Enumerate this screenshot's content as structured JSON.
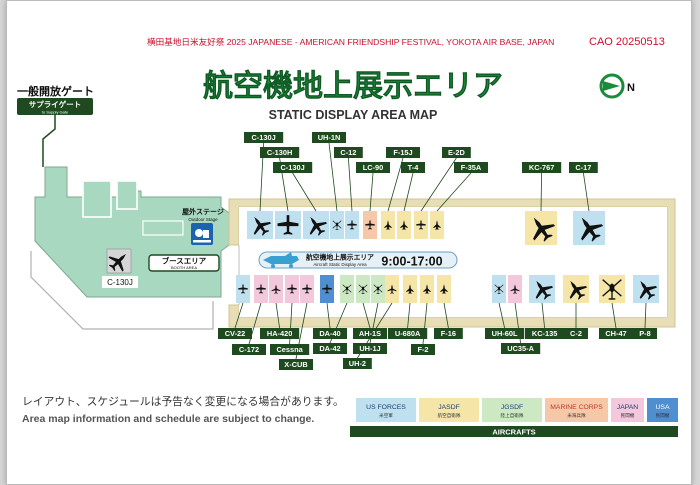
{
  "header": {
    "festival": "横田基地日米友好祭 2025 JAPANESE - AMERICAN FRIENDSHIP FESTIVAL, YOKOTA AIR BASE, JAPAN",
    "code": "CAO 20250513",
    "title_jp": "航空機地上展示エリア",
    "title_en": "STATIC DISPLAY AREA MAP",
    "compass": "N"
  },
  "gate": {
    "jp": "一般開放ゲート",
    "supply_jp": "サプライゲート",
    "supply_en": "to Supply Gate"
  },
  "places": {
    "outdoor_stage_jp": "屋外ステージ",
    "outdoor_stage_en": "Outdoor Stage",
    "booth_jp": "ブースエリア",
    "booth_en": "BOOTH AREA",
    "booth_aircraft": "C-130J",
    "static_jp": "航空機地上展示エリア",
    "static_en": "Aircraft Static Display Area",
    "hours": "9:00-17:00"
  },
  "top_labels": [
    "C-130J",
    "C-130H",
    "C-130J",
    "UH-1N",
    "C-12",
    "LC-90",
    "F-15J",
    "T-4",
    "E-2D",
    "F-35A",
    "KC-767",
    "C-17"
  ],
  "bottom_labels": [
    "CV-22",
    "C-172",
    "HA-420",
    "Cessna",
    "X-CUB",
    "DA-40",
    "DA-42",
    "AH-1S",
    "UH-1J",
    "UH-2",
    "U-680A",
    "F-2",
    "F-16",
    "UH-60L",
    "UC35-A",
    "KC-135",
    "C-2",
    "CH-47",
    "P-8"
  ],
  "top_slots": [
    {
      "cat": "us",
      "size": "m",
      "kind": "jet"
    },
    {
      "cat": "us",
      "size": "m",
      "kind": "prop"
    },
    {
      "cat": "us",
      "size": "m",
      "kind": "jet"
    },
    {
      "cat": "us",
      "size": "s",
      "kind": "heli"
    },
    {
      "cat": "us",
      "size": "s",
      "kind": "prop"
    },
    {
      "cat": "marine",
      "size": "s",
      "kind": "prop"
    },
    {
      "cat": "jasdf",
      "size": "s",
      "kind": "fighter"
    },
    {
      "cat": "jasdf",
      "size": "s",
      "kind": "fighter"
    },
    {
      "cat": "jasdf",
      "size": "s",
      "kind": "prop"
    },
    {
      "cat": "jasdf",
      "size": "s",
      "kind": "fighter"
    },
    {
      "cat": "jasdf",
      "size": "l",
      "kind": "jet"
    },
    {
      "cat": "us",
      "size": "l",
      "kind": "jet"
    }
  ],
  "bottom_slots": [
    {
      "cat": "us",
      "size": "s",
      "kind": "prop"
    },
    {
      "cat": "japan",
      "size": "s",
      "kind": "prop"
    },
    {
      "cat": "japan",
      "size": "s",
      "kind": "jet"
    },
    {
      "cat": "japan",
      "size": "s",
      "kind": "prop"
    },
    {
      "cat": "japan",
      "size": "s",
      "kind": "prop"
    },
    {
      "cat": "usa",
      "size": "s",
      "kind": "prop"
    },
    {
      "cat": "jgsdf",
      "size": "s",
      "kind": "heli"
    },
    {
      "cat": "jgsdf",
      "size": "s",
      "kind": "heli"
    },
    {
      "cat": "jgsdf",
      "size": "s",
      "kind": "heli"
    },
    {
      "cat": "jasdf",
      "size": "s",
      "kind": "jet"
    },
    {
      "cat": "jasdf",
      "size": "s",
      "kind": "fighter"
    },
    {
      "cat": "jasdf",
      "size": "s",
      "kind": "fighter"
    },
    {
      "cat": "jasdf",
      "size": "s",
      "kind": "fighter"
    },
    {
      "cat": "us",
      "size": "s",
      "kind": "heli"
    },
    {
      "cat": "japan",
      "size": "s",
      "kind": "jet"
    },
    {
      "cat": "us",
      "size": "m",
      "kind": "jet"
    },
    {
      "cat": "jasdf",
      "size": "m",
      "kind": "jet"
    },
    {
      "cat": "jasdf",
      "size": "m",
      "kind": "heli"
    },
    {
      "cat": "us",
      "size": "m",
      "kind": "jet"
    }
  ],
  "notice": {
    "jp": "レイアウト、スケジュールは予告なく変更になる場合があります。",
    "en": "Area map information and schedule are subject to change."
  },
  "legend": {
    "items": [
      {
        "key": "us",
        "label": "US FORCES",
        "sub": "米空軍",
        "color": "#bfe0ef"
      },
      {
        "key": "jasdf",
        "label": "JASDF",
        "sub": "航空自衛隊",
        "color": "#f5e6a8"
      },
      {
        "key": "jgsdf",
        "label": "JGSDF",
        "sub": "陸上自衛隊",
        "color": "#cde9c3"
      },
      {
        "key": "marine",
        "label": "MARINE CORPS",
        "sub": "米海兵隊",
        "color": "#f7c8a8"
      },
      {
        "key": "japan",
        "label": "JAPAN",
        "sub": "民間機",
        "color": "#f3c8dd"
      },
      {
        "key": "usa",
        "label": "USA",
        "sub": "民間機",
        "color": "#4f8fd0"
      }
    ],
    "footer": "AIRCRAFTS"
  },
  "colors": {
    "us": "#bfe0ef",
    "jasdf": "#f5e6a8",
    "jgsdf": "#cde9c3",
    "marine": "#f7c8a8",
    "japan": "#f3c8dd",
    "usa": "#4f8fd0",
    "ground": "#a8d8c0",
    "label": "#1f4a1f",
    "title": "#1c8a3c",
    "red": "#c8102e"
  }
}
